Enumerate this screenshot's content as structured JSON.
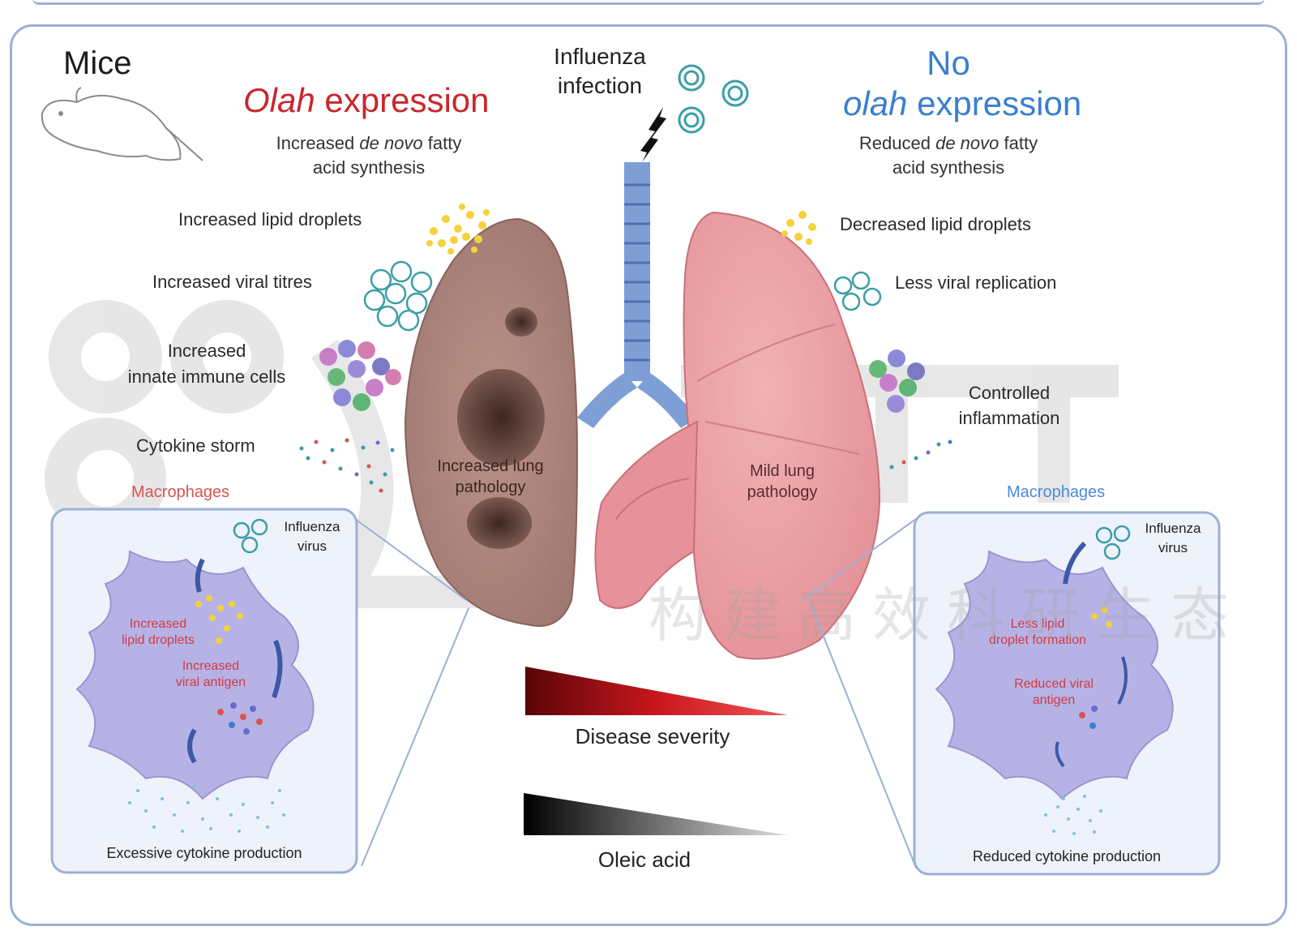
{
  "species": "Mice",
  "left_panel": {
    "title_italic": "Olah",
    "title_rest": " expression",
    "synthesis": {
      "line1_pre": "Increased ",
      "line1_italic": "de novo",
      "line1_post": " fatty",
      "line2": "acid synthesis"
    },
    "effects": [
      "Increased lipid droplets",
      "Increased viral titres",
      "Increased",
      "innate immune cells",
      "Cytokine storm"
    ],
    "macrophages_label": "Macrophages",
    "inset": {
      "virus_label_1": "Influenza",
      "virus_label_2": "virus",
      "lipid_1": "Increased",
      "lipid_2": "lipid droplets",
      "antigen_1": "Increased",
      "antigen_2": "viral antigen",
      "caption": "Excessive cytokine production"
    }
  },
  "right_panel": {
    "title_line1": "No",
    "title_italic": "olah",
    "title_rest": " expression",
    "synthesis": {
      "line1_pre": "Reduced ",
      "line1_italic": "de novo",
      "line1_post": " fatty",
      "line2": "acid synthesis"
    },
    "effects": [
      "Decreased lipid droplets",
      "Less viral replication",
      "Controlled",
      "inflammation"
    ],
    "macrophages_label": "Macrophages",
    "inset": {
      "virus_label_1": "Influenza",
      "virus_label_2": "virus",
      "lipid_1": "Less lipid",
      "lipid_2": "droplet formation",
      "antigen_1": "Reduced viral",
      "antigen_2": "antigen",
      "caption": "Reduced cytokine production"
    }
  },
  "infection": {
    "line1": "Influenza",
    "line2": "infection"
  },
  "lungs": {
    "left_label_1": "Increased lung",
    "left_label_2": "pathology",
    "right_label_1": "Mild lung",
    "right_label_2": "pathology"
  },
  "gradients": {
    "severity_label": "Disease severity",
    "oleic_label": "Oleic acid",
    "severity_color": "#c8161d",
    "oleic_color": "#000000"
  },
  "watermark_text": "构建高效科研生态",
  "colors": {
    "red_title": "#c8272d",
    "blue_title": "#3a7fd0",
    "frame": "#9ab0d6",
    "macrophage": "#b7b2e6",
    "virus": "#3b9ea6",
    "lipid": "#f4d23b"
  }
}
